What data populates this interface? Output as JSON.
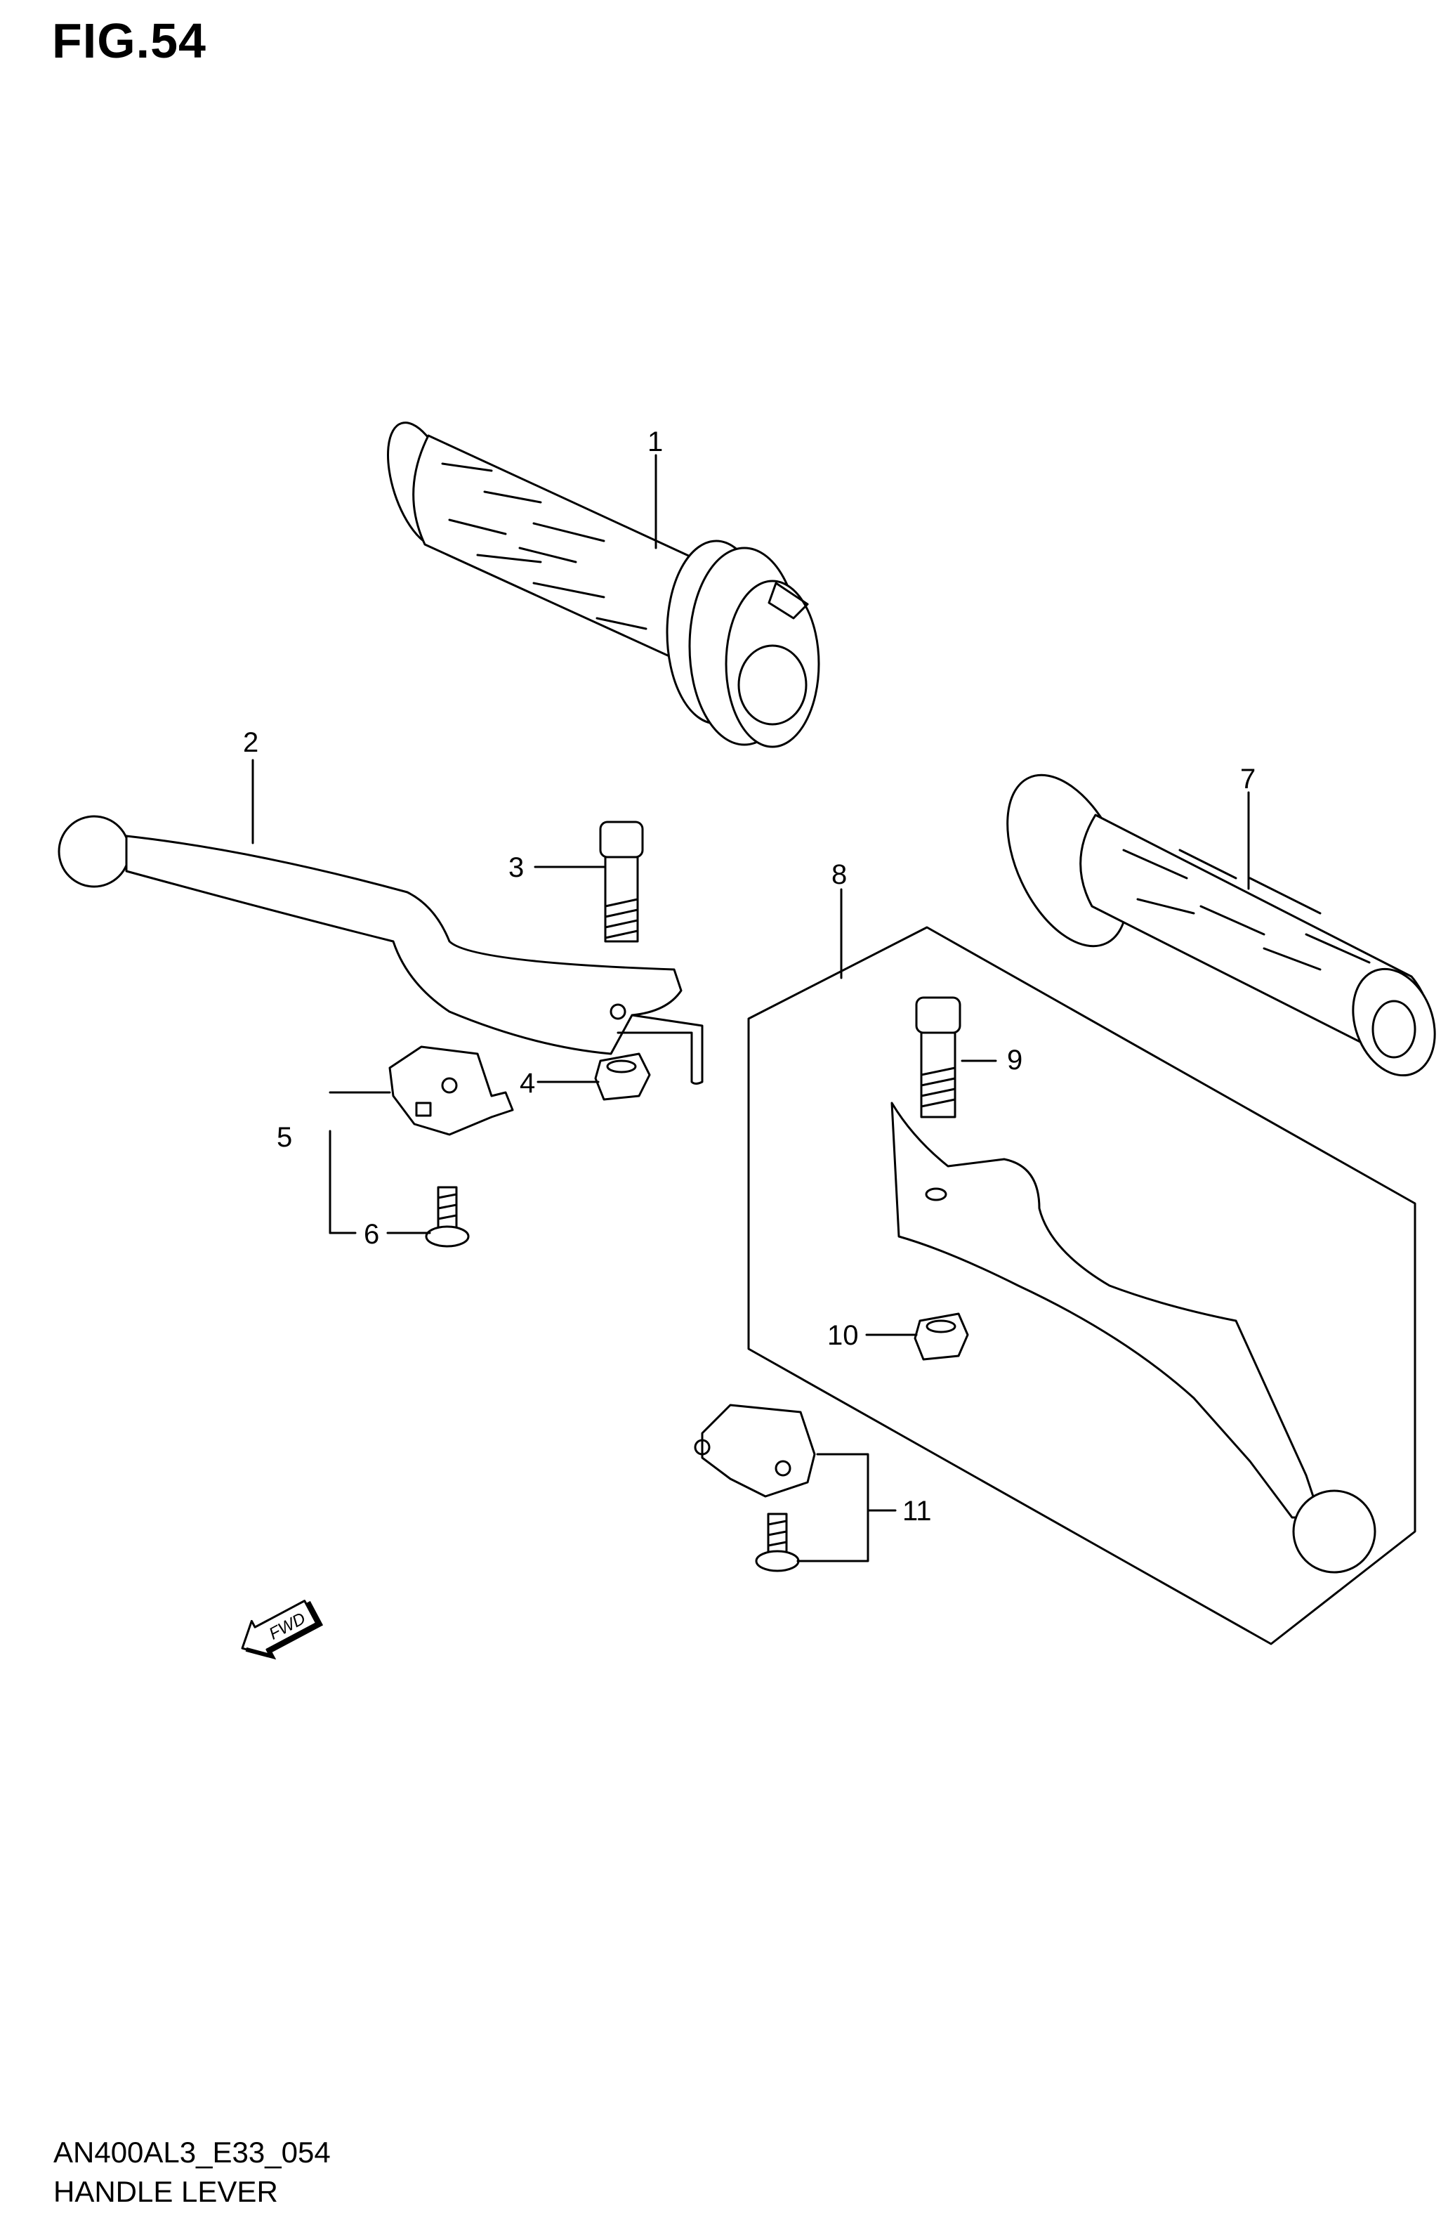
{
  "figure": {
    "title": "FIG.54",
    "model_code": "AN400AL3_E33_054",
    "part_name": "HANDLE LEVER"
  },
  "callouts": [
    {
      "id": "callout-1",
      "number": "1"
    },
    {
      "id": "callout-2",
      "number": "2"
    },
    {
      "id": "callout-3",
      "number": "3"
    },
    {
      "id": "callout-4",
      "number": "4"
    },
    {
      "id": "callout-5",
      "number": "5"
    },
    {
      "id": "callout-6",
      "number": "6"
    },
    {
      "id": "callout-7",
      "number": "7"
    },
    {
      "id": "callout-8",
      "number": "8"
    },
    {
      "id": "callout-9",
      "number": "9"
    },
    {
      "id": "callout-10",
      "number": "10"
    },
    {
      "id": "callout-11",
      "number": "11"
    }
  ],
  "direction_marker": {
    "text": "FWD",
    "icon": "fwd-arrow-icon"
  }
}
